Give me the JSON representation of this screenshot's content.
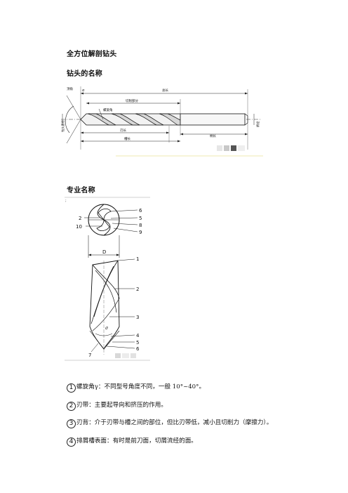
{
  "headings": {
    "doc_title": "全方位解剖钻头",
    "section_names": "钻头的名称",
    "section_terms": "专业名称"
  },
  "figure1_labels": {
    "point_angle": "顶角",
    "total_length": "总长",
    "spiral_part": "切削部分",
    "helix_angle": "螺旋角",
    "edge_length": "刃长",
    "flute_length": "槽长",
    "shank": "柄长",
    "diameter": "钻头直径",
    "shank_diameter": "柄径"
  },
  "figure2_labels": {
    "top": [
      "2",
      "10",
      "6",
      "5",
      "8",
      "9"
    ],
    "dimension": "D",
    "side": [
      "1",
      "2",
      "3",
      "4",
      "5",
      "6",
      "7"
    ],
    "angle": "σ"
  },
  "items": [
    {
      "num": "1",
      "text": "螺旋角γ：不同型号角度不同，一般 10°~40°。"
    },
    {
      "num": "2",
      "text": "刃带：主要起导向和挤压的作用。"
    },
    {
      "num": "3",
      "text": "刃背：介于刃带与槽之间的部位，但比刃带低，减小且切削力（摩擦力）。"
    },
    {
      "num": "4",
      "text": "排屑槽表面：有时是前刀面，切屑流经的面。"
    }
  ]
}
